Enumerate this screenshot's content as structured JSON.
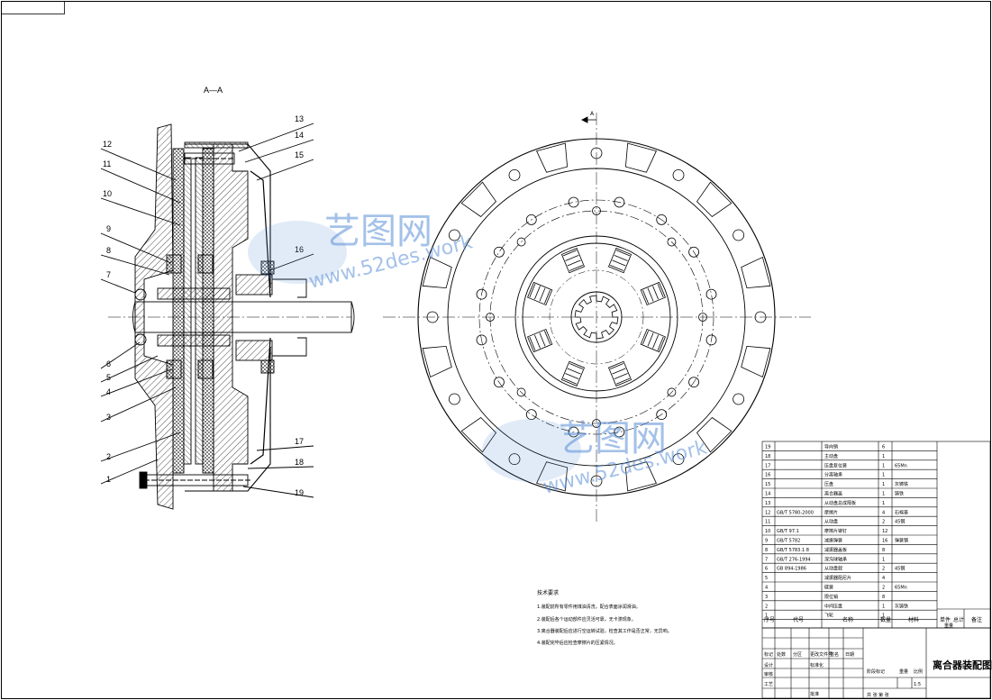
{
  "section_label": "A—A",
  "view_arrow_label": "A",
  "part_labels_left": [
    "12",
    "11",
    "10",
    "9",
    "8",
    "7",
    "6",
    "5",
    "4",
    "3",
    "2",
    "1"
  ],
  "part_labels_right": [
    "13",
    "14",
    "15",
    "16",
    "17",
    "18",
    "19"
  ],
  "watermark": {
    "text_cn": "艺图网",
    "text_url": "www.52des.work",
    "color": "#5a8fd6"
  },
  "tech_notes": {
    "title": "技术要求",
    "lines": [
      "1.装配前所有零件用煤油清洗，配合表面涂润滑油。",
      "2.装配后各个运动部件应灵活可靠，无卡滞现象。",
      "3.离合器装配后应进行空运转试验，检查其工作是否正常，无异响。",
      "4.装配完毕后应检查摩擦片的压紧情况。"
    ]
  },
  "bom": {
    "rows": [
      {
        "no": "19",
        "code": "",
        "name": "导向销",
        "qty": "6",
        "note": ""
      },
      {
        "no": "18",
        "code": "",
        "name": "主动盘",
        "qty": "1",
        "note": ""
      },
      {
        "no": "17",
        "code": "",
        "name": "压盘复位簧",
        "qty": "1",
        "note": "65Mn"
      },
      {
        "no": "16",
        "code": "",
        "name": "分离轴承",
        "qty": "1",
        "note": ""
      },
      {
        "no": "15",
        "code": "",
        "name": "压盘",
        "qty": "1",
        "note": "灰铸铁"
      },
      {
        "no": "14",
        "code": "",
        "name": "离合器盖",
        "qty": "1",
        "note": "铸铁"
      },
      {
        "no": "13",
        "code": "",
        "name": "从动盘总成隔板",
        "qty": "1",
        "note": ""
      },
      {
        "no": "12",
        "code": "GB/T 5780-2000",
        "name": "摩擦片",
        "qty": "4",
        "note": "石棉基"
      },
      {
        "no": "11",
        "code": "",
        "name": "从动盘",
        "qty": "2",
        "note": "45钢"
      },
      {
        "no": "10",
        "code": "GB/T 97.1",
        "name": "摩擦片铆钉",
        "qty": "12",
        "note": ""
      },
      {
        "no": "9",
        "code": "GB/T 5782",
        "name": "减振弹簧",
        "qty": "16",
        "note": "弹簧钢"
      },
      {
        "no": "8",
        "code": "GB/T 5783.1 8",
        "name": "减振器盖板",
        "qty": "8",
        "note": ""
      },
      {
        "no": "7",
        "code": "GB/T 276-1994",
        "name": "深沟球轴承",
        "qty": "1",
        "note": ""
      },
      {
        "no": "6",
        "code": "GB 894-1986",
        "name": "从动盘毂",
        "qty": "2",
        "note": "45钢"
      },
      {
        "no": "5",
        "code": "",
        "name": "减振器阻尼片",
        "qty": "4",
        "note": ""
      },
      {
        "no": "4",
        "code": "",
        "name": "碟簧",
        "qty": "2",
        "note": "65Mn"
      },
      {
        "no": "3",
        "code": "",
        "name": "限位销",
        "qty": "8",
        "note": ""
      },
      {
        "no": "2",
        "code": "",
        "name": "中间压盘",
        "qty": "1",
        "note": "灰铸铁"
      },
      {
        "no": "1",
        "code": "",
        "name": "飞轮",
        "qty": "1",
        "note": ""
      }
    ],
    "header": {
      "no": "序号",
      "code": "代号",
      "name": "名称",
      "qty": "数量",
      "material": "材料",
      "single": "单件",
      "total": "总计",
      "weight": "重量",
      "note": "备注"
    }
  },
  "title_block": {
    "drawing_title": "离合器装配图",
    "scale_label": "比例",
    "scale_value": "1:5",
    "weight_label": "重量",
    "sheet_label": "共 张 第 张",
    "designer_label": "设计",
    "checker_label": "审核",
    "process_label": "工艺",
    "approve_label": "批准",
    "stage_label": "阶段标记",
    "date_label": "日期",
    "standard_label": "标准化",
    "mark_label": "标记",
    "count_label": "处数",
    "zone_label": "分区",
    "change_label": "更改文件号",
    "sign_label": "签名"
  },
  "colors": {
    "line": "#000000",
    "hatch": "#000000",
    "watermark": "#5a8fd6"
  }
}
